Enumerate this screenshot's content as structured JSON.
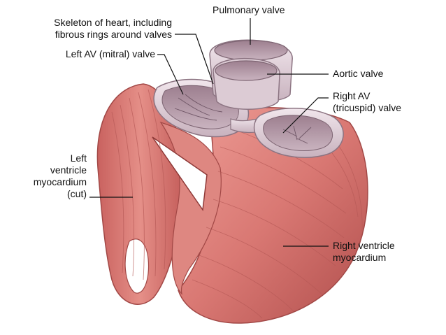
{
  "labels": {
    "pulmonary_valve": [
      "Pulmonary valve"
    ],
    "skeleton_of_heart": [
      "Skeleton of heart, including",
      "fibrous rings around valves"
    ],
    "left_av_valve": [
      "Left AV (mitral) valve"
    ],
    "aortic_valve": [
      "Aortic valve"
    ],
    "right_av_valve": [
      "Right AV",
      "(tricuspid) valve"
    ],
    "left_ventricle_myocardium": [
      "Left",
      "ventricle",
      "myocardium",
      "(cut)"
    ],
    "right_ventricle_myocardium": [
      "Right ventricle",
      "myocardium"
    ]
  },
  "colors": {
    "muscle": "#d97873",
    "muscle_dark": "#b04e4c",
    "muscle_light": "#ee9d96",
    "valve_ring": "#e2d2da",
    "valve_inner": "#b69aa8",
    "background": "#ffffff"
  }
}
